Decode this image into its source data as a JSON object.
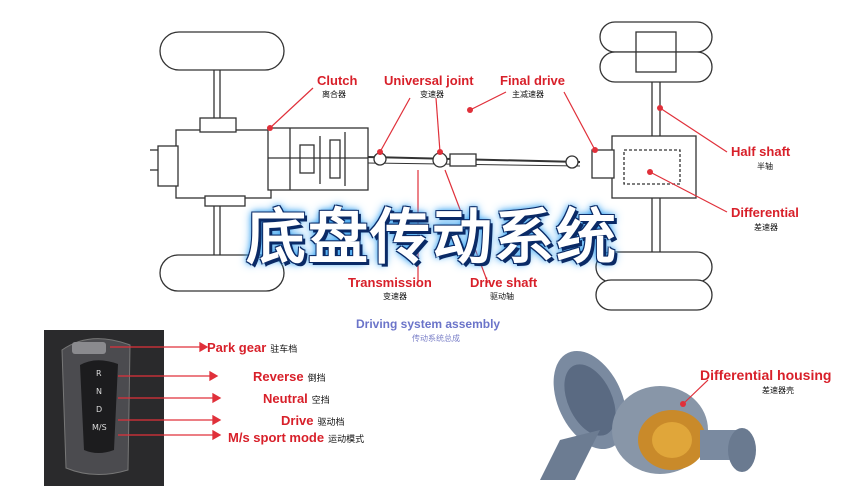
{
  "diagram": {
    "labels": {
      "clutch": {
        "en": "Clutch",
        "zh": "离合器"
      },
      "universal_joint": {
        "en": "Universal joint",
        "zh": "变速器"
      },
      "final_drive": {
        "en": "Final drive",
        "zh": "主减速器"
      },
      "half_shaft": {
        "en": "Half shaft",
        "zh": "半轴"
      },
      "differential": {
        "en": "Differential",
        "zh": "差速器"
      },
      "transmission": {
        "en": "Transmission",
        "zh": "变速器"
      },
      "drive_shaft": {
        "en": "Drive shaft",
        "zh": "驱动轴"
      }
    },
    "caption": {
      "en": "Driving system assembly",
      "zh": "传动系统总成"
    }
  },
  "title": "底盘传动系统",
  "gear_shifter": {
    "labels": [
      {
        "en": "Park gear",
        "zh": "驻车档"
      },
      {
        "en": "Reverse",
        "zh": "倒挡"
      },
      {
        "en": "Neutral",
        "zh": "空挡"
      },
      {
        "en": "Drive",
        "zh": "驱动档"
      },
      {
        "en": "M/s sport mode",
        "zh": "运动模式"
      }
    ]
  },
  "differential_housing": {
    "en": "Differential housing",
    "zh": "差速器壳"
  },
  "colors": {
    "accent": "#d8202a",
    "caption": "#6b74c9",
    "title_glow": "#2a9cf0"
  }
}
